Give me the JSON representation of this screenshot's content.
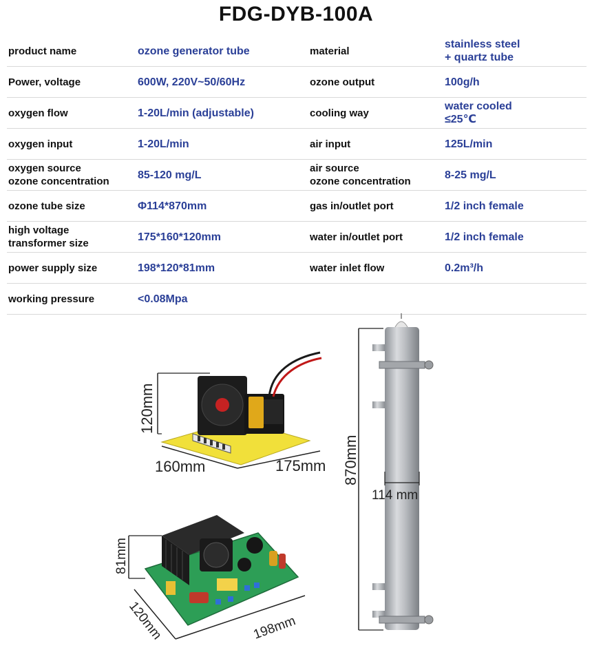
{
  "title": "FDG-DYB-100A",
  "specs": [
    {
      "label1": "product name",
      "value1": "ozone generator tube",
      "label2": "material",
      "value2": "stainless steel\n+ quartz tube"
    },
    {
      "label1": "Power, voltage",
      "value1": "600W, 220V~50/60Hz",
      "label2": "ozone output",
      "value2": "100g/h"
    },
    {
      "label1": "oxygen flow",
      "value1": "1-20L/min (adjustable)",
      "label2": "cooling way",
      "value2": "water cooled\n≤25℃"
    },
    {
      "label1": "oxygen input",
      "value1": "1-20L/min",
      "label2": "air input",
      "value2": "125L/min"
    },
    {
      "label1": "oxygen source\nozone concentration",
      "value1": "85-120 mg/L",
      "label2": "air source\nozone concentration",
      "value2": "8-25 mg/L"
    },
    {
      "label1": "ozone tube size",
      "value1": "Φ114*870mm",
      "label2": "gas in/outlet port",
      "value2": "1/2 inch female"
    },
    {
      "label1": "high voltage\ntransformer size",
      "value1": "175*160*120mm",
      "label2": "water in/outlet port",
      "value2": "1/2 inch female"
    },
    {
      "label1": "power supply size",
      "value1": "198*120*81mm",
      "label2": "water inlet flow",
      "value2": "0.2m³/h"
    },
    {
      "label1": "working pressure",
      "value1": "<0.08Mpa",
      "label2": "",
      "value2": ""
    }
  ],
  "images": {
    "transformer": {
      "height_label": "120mm",
      "width_label": "160mm",
      "depth_label": "175mm"
    },
    "power_supply": {
      "height_label": "81mm",
      "width_label": "120mm",
      "depth_label": "198mm"
    },
    "tube": {
      "length_label": "870mm",
      "diameter_label": "114 mm"
    }
  }
}
